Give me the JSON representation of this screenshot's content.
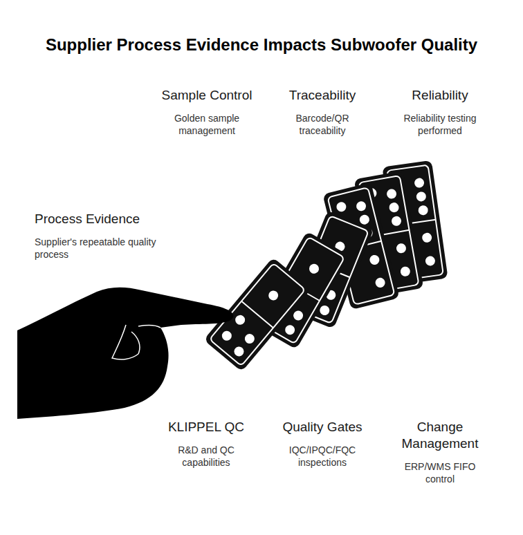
{
  "diagram": {
    "title": "Supplier Process Evidence Impacts Subwoofer Quality",
    "labels": [
      "Sample Control",
      "Golden sample management",
      "Traceability",
      "Barcode/QR traceability",
      "Reliability",
      "Reliability testing performed",
      "Process Evidence",
      "Supplier's repeatable quality process",
      "KLIPPEL QC",
      "R&D and QC capabilities",
      "Quality Gates",
      "IQC/IPQC/FQC inspections",
      "Change Management",
      "ERP/WMS FIFO control"
    ]
  }
}
